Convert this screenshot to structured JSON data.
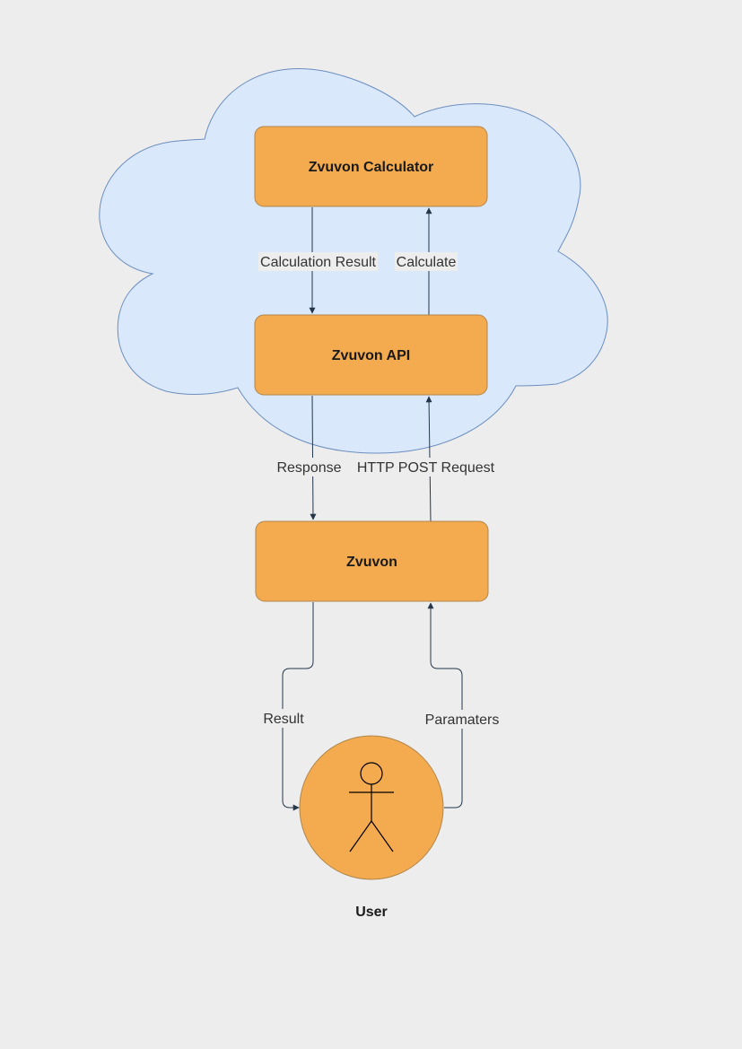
{
  "colors": {
    "background": "#ededed",
    "cloud_fill": "#dae8fc",
    "cloud_stroke": "#6c8ebf",
    "node_fill": "#f4ab50",
    "node_stroke": "#b0854a",
    "edge": "#23364a",
    "actor_stroke": "#000000"
  },
  "nodes": {
    "calculator": {
      "label": "Zvuvon Calculator"
    },
    "api": {
      "label": "Zvuvon API"
    },
    "client": {
      "label": "Zvuvon"
    },
    "user": {
      "label": "User",
      "icon": "stick-figure-actor-icon"
    }
  },
  "edges": {
    "calculation_result": {
      "label": "Calculation Result",
      "from": "Zvuvon Calculator",
      "to": "Zvuvon API"
    },
    "calculate": {
      "label": "Calculate",
      "from": "Zvuvon API",
      "to": "Zvuvon Calculator"
    },
    "response": {
      "label": "Response",
      "from": "Zvuvon API",
      "to": "Zvuvon"
    },
    "http_post_request": {
      "label": "HTTP POST Request",
      "from": "Zvuvon",
      "to": "Zvuvon API"
    },
    "result": {
      "label": "Result",
      "from": "Zvuvon",
      "to": "User"
    },
    "paramaters": {
      "label": "Paramaters",
      "from": "User",
      "to": "Zvuvon"
    }
  }
}
